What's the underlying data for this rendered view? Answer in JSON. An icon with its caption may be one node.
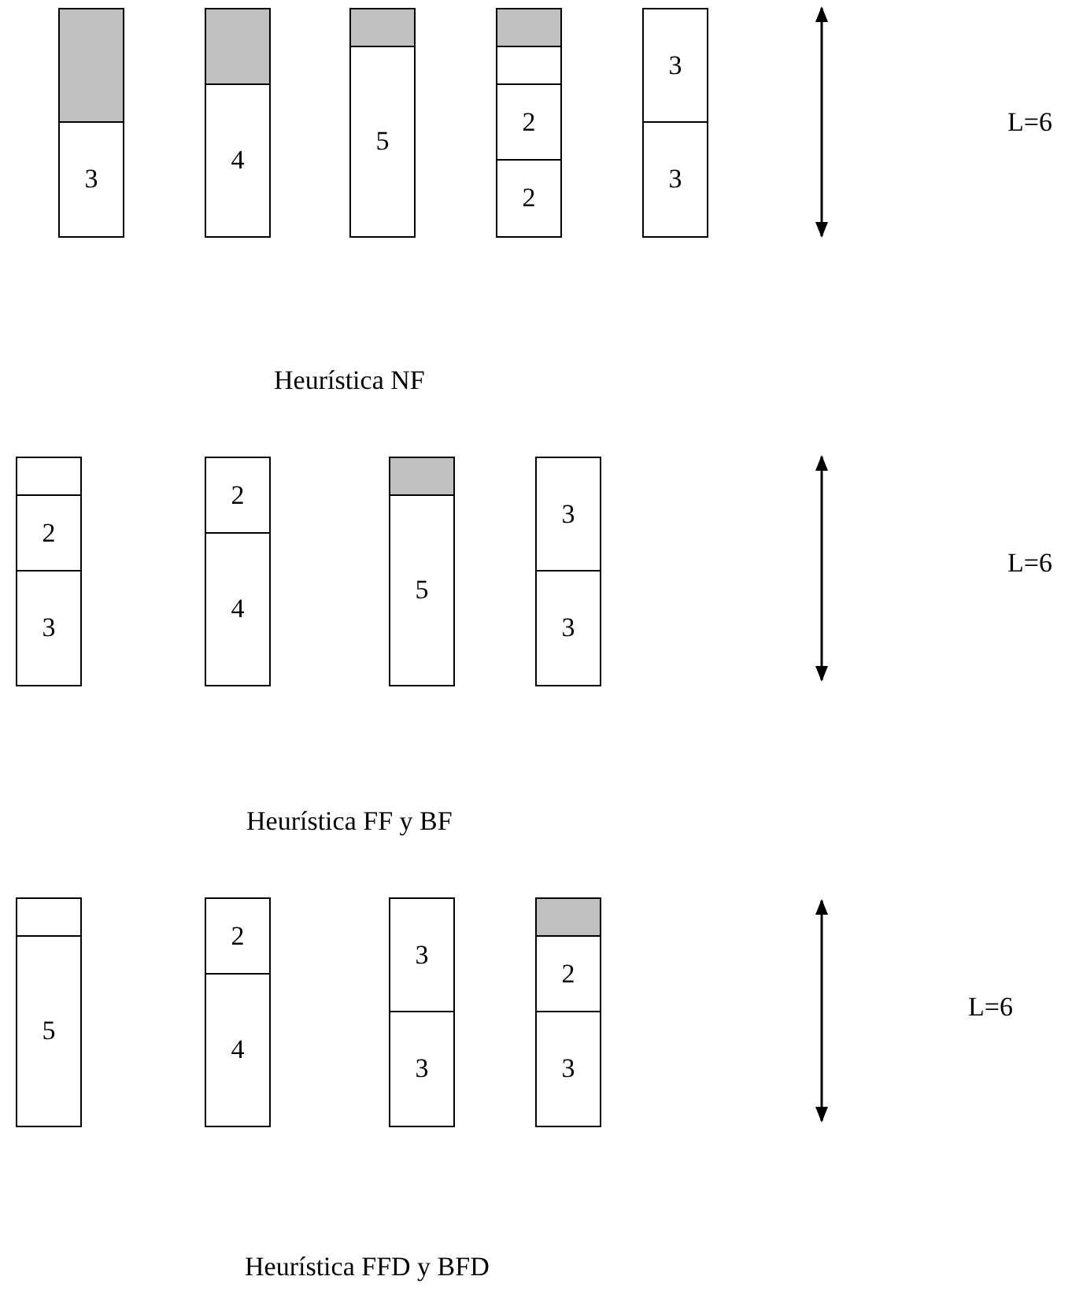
{
  "diagram": {
    "nodes": [
      {
        "text": [],
        "shape": "box"
      },
      {
        "text": [],
        "shape": "box",
        "in": 0
      },
      {
        "text": [
          "3"
        ],
        "in": 0
      },
      {
        "text": [],
        "shape": "box"
      },
      {
        "text": [],
        "shape": "box",
        "in": 3
      },
      {
        "text": [
          "4"
        ],
        "in": 3
      },
      {
        "text": [],
        "shape": "box"
      },
      {
        "text": [],
        "shape": "box",
        "in": 6
      },
      {
        "text": [
          "5"
        ],
        "in": 6
      },
      {
        "text": [],
        "shape": "box"
      },
      {
        "text": [],
        "shape": "box",
        "in": 9
      },
      {
        "text": [],
        "shape": "box",
        "in": 9
      },
      {
        "text": [
          "2"
        ],
        "in": 9
      },
      {
        "text": [
          "2"
        ],
        "in": 9
      },
      {
        "text": [],
        "shape": "box"
      },
      {
        "text": [
          "3"
        ],
        "in": 14
      },
      {
        "text": [
          "3"
        ],
        "in": 14
      },
      {
        "text": [],
        "shape": "box"
      },
      {
        "text": [],
        "shape": "box",
        "in": 17
      },
      {
        "text": [
          "2"
        ],
        "in": 17
      },
      {
        "text": [
          "3"
        ],
        "in": 17
      },
      {
        "text": [],
        "shape": "box"
      },
      {
        "text": [
          "2"
        ],
        "in": 21
      },
      {
        "text": [
          "4"
        ],
        "in": 21
      },
      {
        "text": [],
        "shape": "box"
      },
      {
        "text": [],
        "shape": "box",
        "in": 24
      },
      {
        "text": [
          "5"
        ],
        "in": 24
      },
      {
        "text": [],
        "shape": "box"
      },
      {
        "text": [
          "3"
        ],
        "in": 27
      },
      {
        "text": [
          "3"
        ],
        "in": 27
      },
      {
        "text": [],
        "shape": "box"
      },
      {
        "text": [],
        "shape": "box",
        "in": 30
      },
      {
        "text": [
          "5"
        ],
        "in": 30
      },
      {
        "text": [],
        "shape": "box"
      },
      {
        "text": [
          "2"
        ],
        "in": 33
      },
      {
        "text": [
          "4"
        ],
        "in": 33
      },
      {
        "text": [],
        "shape": "box"
      },
      {
        "text": [
          "3"
        ],
        "in": 36
      },
      {
        "text": [
          "3"
        ],
        "in": 36
      },
      {
        "text": [],
        "shape": "box"
      },
      {
        "text": [],
        "shape": "box",
        "in": 39
      },
      {
        "text": [
          "2"
        ],
        "in": 39
      },
      {
        "text": [
          "3"
        ],
        "in": 39
      }
    ],
    "labels": [
      "L=6",
      "Heurística NF",
      "L=6",
      "Heurística FF y BF",
      "L=6",
      "Heurística FFD y BFD"
    ]
  }
}
